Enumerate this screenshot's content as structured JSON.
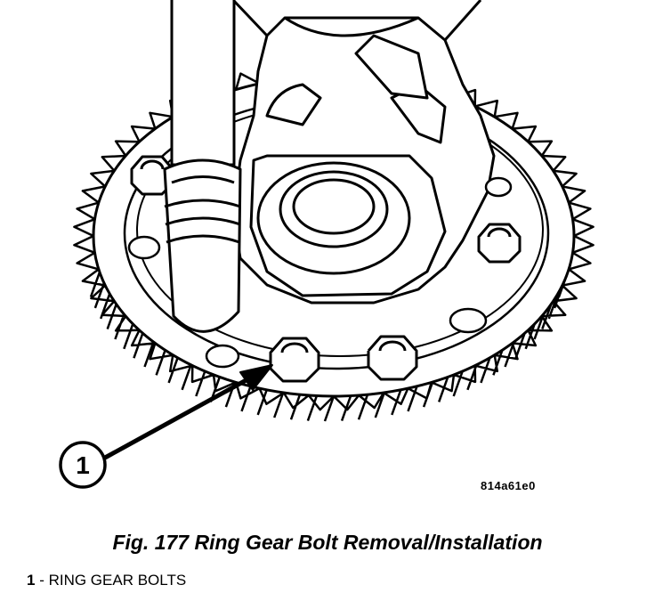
{
  "figure": {
    "callout_number": "1",
    "image_code": "814a61e0",
    "caption": "Fig. 177 Ring Gear Bolt Removal/Installation"
  },
  "legend": {
    "items": [
      {
        "number": "1",
        "separator": " - ",
        "text": "RING GEAR BOLTS"
      }
    ]
  }
}
